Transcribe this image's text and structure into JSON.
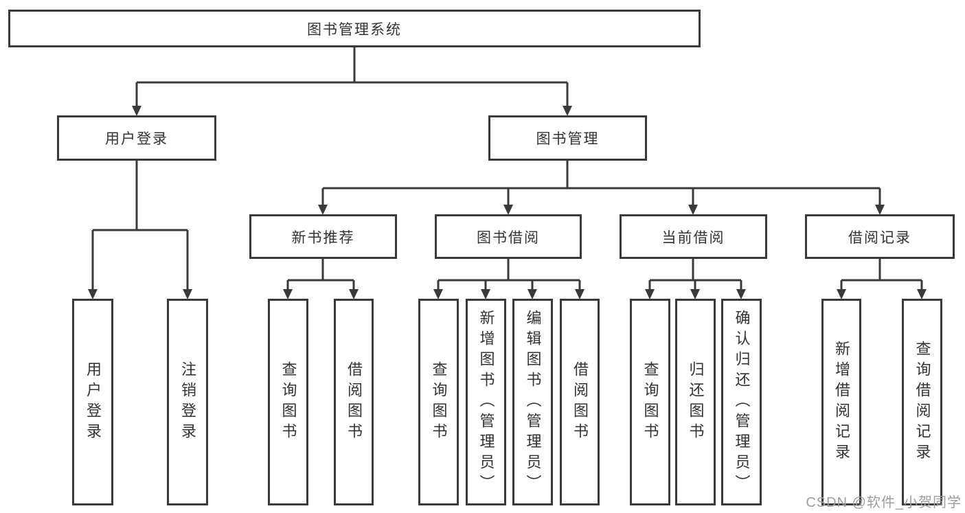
{
  "diagram": {
    "root": {
      "label": "图书管理系统"
    },
    "level2": [
      {
        "label": "用户登录"
      },
      {
        "label": "图书管理"
      }
    ],
    "level3": [
      {
        "label": "新书推荐",
        "parent": "图书管理"
      },
      {
        "label": "图书借阅",
        "parent": "图书管理"
      },
      {
        "label": "当前借阅",
        "parent": "图书管理"
      },
      {
        "label": "借阅记录",
        "parent": "图书管理"
      }
    ],
    "leaves": [
      {
        "label": "用户登录",
        "parent": "用户登录"
      },
      {
        "label": "注销登录",
        "parent": "用户登录"
      },
      {
        "label": "查询图书",
        "parent": "新书推荐"
      },
      {
        "label": "借阅图书",
        "parent": "新书推荐"
      },
      {
        "label": "查询图书",
        "parent": "图书借阅"
      },
      {
        "label": "新增图书（管理员）",
        "parent": "图书借阅"
      },
      {
        "label": "编辑图书（管理员）",
        "parent": "图书借阅"
      },
      {
        "label": "借阅图书",
        "parent": "图书借阅"
      },
      {
        "label": "查询图书",
        "parent": "当前借阅"
      },
      {
        "label": "归还图书",
        "parent": "当前借阅"
      },
      {
        "label": "确认归还（管理员）",
        "parent": "当前借阅"
      },
      {
        "label": "新增借阅记录",
        "parent": "借阅记录"
      },
      {
        "label": "查询借阅记录",
        "parent": "借阅记录"
      }
    ]
  },
  "watermark": "CSDN @软件_小贺同学",
  "colors": {
    "line": "#3a3a3a",
    "box_fill": "#ffffff",
    "text": "#333333",
    "watermark": "#9d9d9d"
  }
}
